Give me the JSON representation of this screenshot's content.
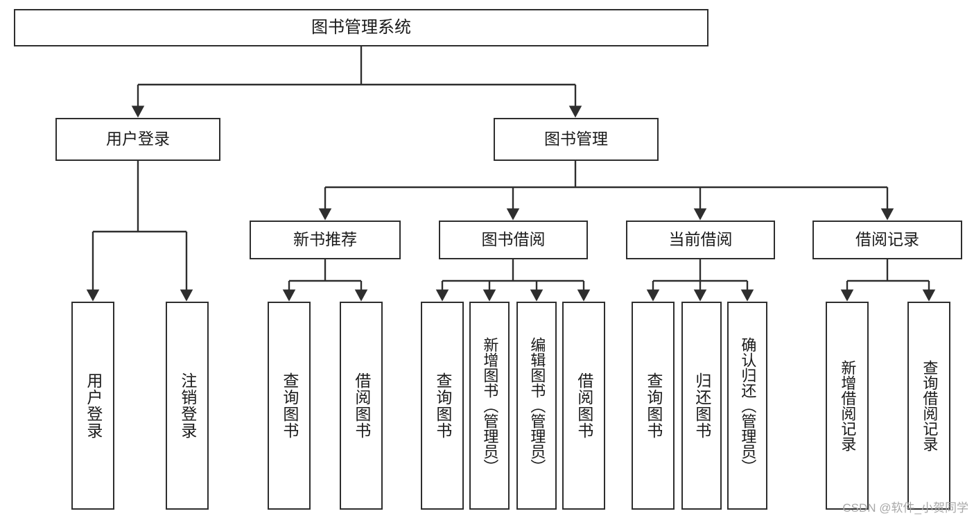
{
  "diagram": {
    "type": "tree",
    "title": "图书管理系统",
    "orientation": "top-down",
    "colors": {
      "box_border": "#2e2e2e",
      "box_fill": "#ffffff",
      "edge": "#2e2e2e",
      "text": "#1a1a1a",
      "watermark": "#a8a8a8",
      "background": "#ffffff"
    },
    "watermark": "CSDN @软件_小贺同学"
  },
  "nodes": {
    "root": {
      "label": "图书管理系统"
    },
    "level2": [
      {
        "label": "用户登录"
      },
      {
        "label": "图书管理"
      }
    ],
    "level3": [
      {
        "label": "新书推荐"
      },
      {
        "label": "图书借阅"
      },
      {
        "label": "当前借阅"
      },
      {
        "label": "借阅记录"
      }
    ],
    "leaves": {
      "user_login": [
        {
          "label": "用户登录"
        },
        {
          "label": "注销登录"
        }
      ],
      "new_book_recommend": [
        {
          "label": "查询图书"
        },
        {
          "label": "借阅图书"
        }
      ],
      "book_borrow": [
        {
          "label": "查询图书"
        },
        {
          "label": "新增图书（管理员）"
        },
        {
          "label": "编辑图书（管理员）"
        },
        {
          "label": "借阅图书"
        }
      ],
      "current_borrow": [
        {
          "label": "查询图书"
        },
        {
          "label": "归还图书"
        },
        {
          "label": "确认归还（管理员）"
        }
      ],
      "borrow_record": [
        {
          "label": "新增借阅记录"
        },
        {
          "label": "查询借阅记录"
        }
      ]
    }
  }
}
